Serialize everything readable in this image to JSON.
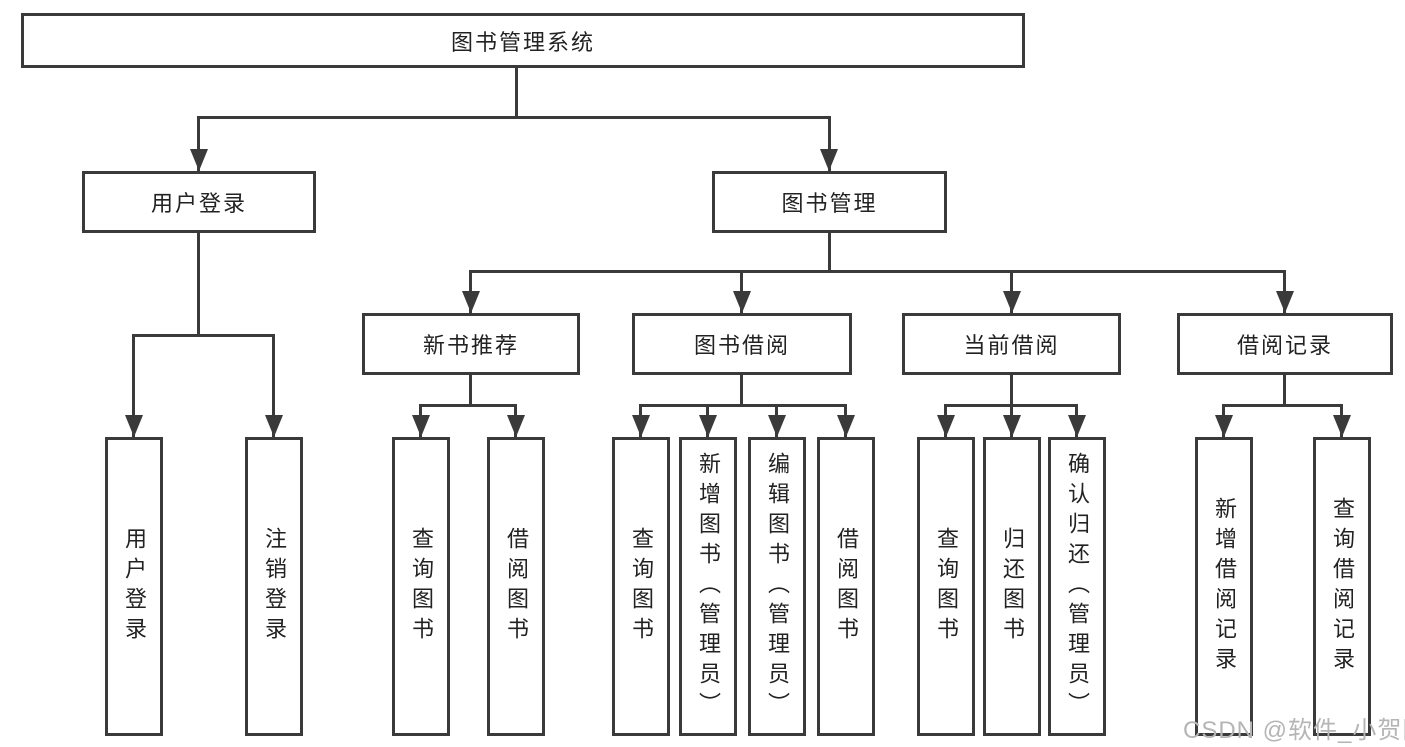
{
  "diagram": {
    "tree": {
      "root": {
        "label": "图书管理系统"
      },
      "user_login": {
        "label": "用户登录",
        "children": [
          {
            "label": "用户登录"
          },
          {
            "label": "注销登录"
          }
        ]
      },
      "book_management": {
        "label": "图书管理",
        "children": [
          {
            "label": "新书推荐",
            "children": [
              {
                "label": "查询图书"
              },
              {
                "label": "借阅图书"
              }
            ]
          },
          {
            "label": "图书借阅",
            "children": [
              {
                "label": "查询图书"
              },
              {
                "label": "新增图书（管理员）"
              },
              {
                "label": "编辑图书（管理员）"
              },
              {
                "label": "借阅图书"
              }
            ]
          },
          {
            "label": "当前借阅",
            "children": [
              {
                "label": "查询图书"
              },
              {
                "label": "归还图书"
              },
              {
                "label": "确认归还（管理员）"
              }
            ]
          },
          {
            "label": "借阅记录",
            "children": [
              {
                "label": "新增借阅记录"
              },
              {
                "label": "查询借阅记录"
              }
            ]
          }
        ]
      }
    }
  },
  "watermark": {
    "text": "CSDN @软件_小贺同学"
  },
  "colors": {
    "line": "#3a3a3a",
    "box_border": "#3a3a3a",
    "box_fill": "#ffffff",
    "text": "#222222",
    "watermark": "#b5b5b5"
  }
}
